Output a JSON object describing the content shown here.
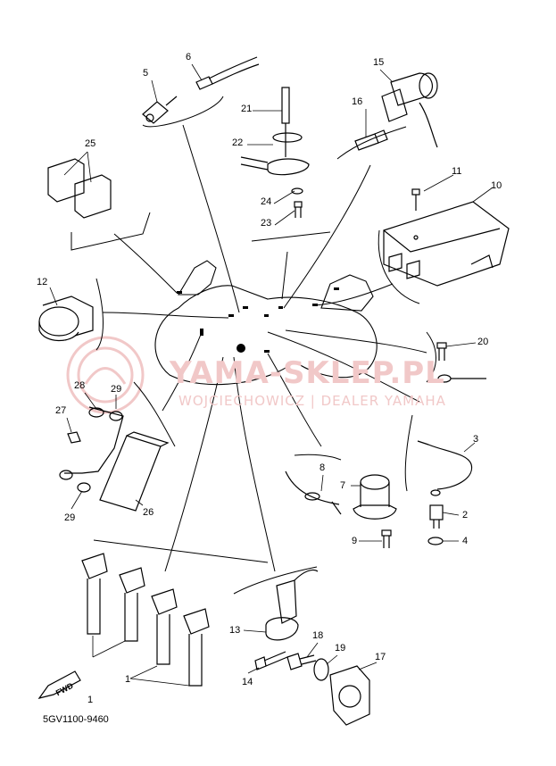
{
  "watermark": {
    "name": "YAMA-SKLEP.PL",
    "subtitle": "WOJCIECHOWICZ | DEALER YAMAHA",
    "color": "#f1c8c8"
  },
  "diagram": {
    "code": "5GV1100-9460",
    "fwd_label": "FWD"
  },
  "callouts": [
    {
      "id": "c1a",
      "text": "1"
    },
    {
      "id": "c1b",
      "text": "1"
    },
    {
      "id": "c2",
      "text": "2"
    },
    {
      "id": "c3",
      "text": "3"
    },
    {
      "id": "c4",
      "text": "4"
    },
    {
      "id": "c5",
      "text": "5"
    },
    {
      "id": "c6",
      "text": "6"
    },
    {
      "id": "c7",
      "text": "7"
    },
    {
      "id": "c8",
      "text": "8"
    },
    {
      "id": "c9",
      "text": "9"
    },
    {
      "id": "c10",
      "text": "10"
    },
    {
      "id": "c11",
      "text": "11"
    },
    {
      "id": "c12",
      "text": "12"
    },
    {
      "id": "c13",
      "text": "13"
    },
    {
      "id": "c14",
      "text": "14"
    },
    {
      "id": "c15",
      "text": "15"
    },
    {
      "id": "c16",
      "text": "16"
    },
    {
      "id": "c17",
      "text": "17"
    },
    {
      "id": "c18",
      "text": "18"
    },
    {
      "id": "c19",
      "text": "19"
    },
    {
      "id": "c20",
      "text": "20"
    },
    {
      "id": "c21",
      "text": "21"
    },
    {
      "id": "c22",
      "text": "22"
    },
    {
      "id": "c23",
      "text": "23"
    },
    {
      "id": "c24",
      "text": "24"
    },
    {
      "id": "c25",
      "text": "25"
    },
    {
      "id": "c26",
      "text": "26"
    },
    {
      "id": "c27",
      "text": "27"
    },
    {
      "id": "c28",
      "text": "28"
    },
    {
      "id": "c29a",
      "text": "29"
    },
    {
      "id": "c29b",
      "text": "29"
    }
  ]
}
